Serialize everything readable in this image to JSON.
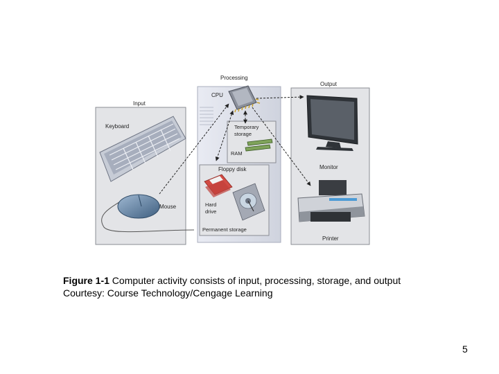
{
  "diagram": {
    "labels": {
      "processing": "Processing",
      "output": "Output",
      "input": "Input",
      "cpu": "CPU",
      "keyboard": "Keyboard",
      "temporary_storage_1": "Temporary",
      "temporary_storage_2": "storage",
      "ram": "RAM",
      "floppy_disk": "Floppy disk",
      "monitor": "Monitor",
      "mouse": "Mouse",
      "hard_drive_1": "Hard",
      "hard_drive_2": "drive",
      "permanent_storage": "Permanent storage",
      "printer": "Printer"
    }
  },
  "caption": {
    "figure_number": "Figure 1-1",
    "text": " Computer activity consists of input, processing, storage, and output",
    "courtesy": "Courtesy: Course Technology/Cengage Learning"
  },
  "page_number": "5"
}
